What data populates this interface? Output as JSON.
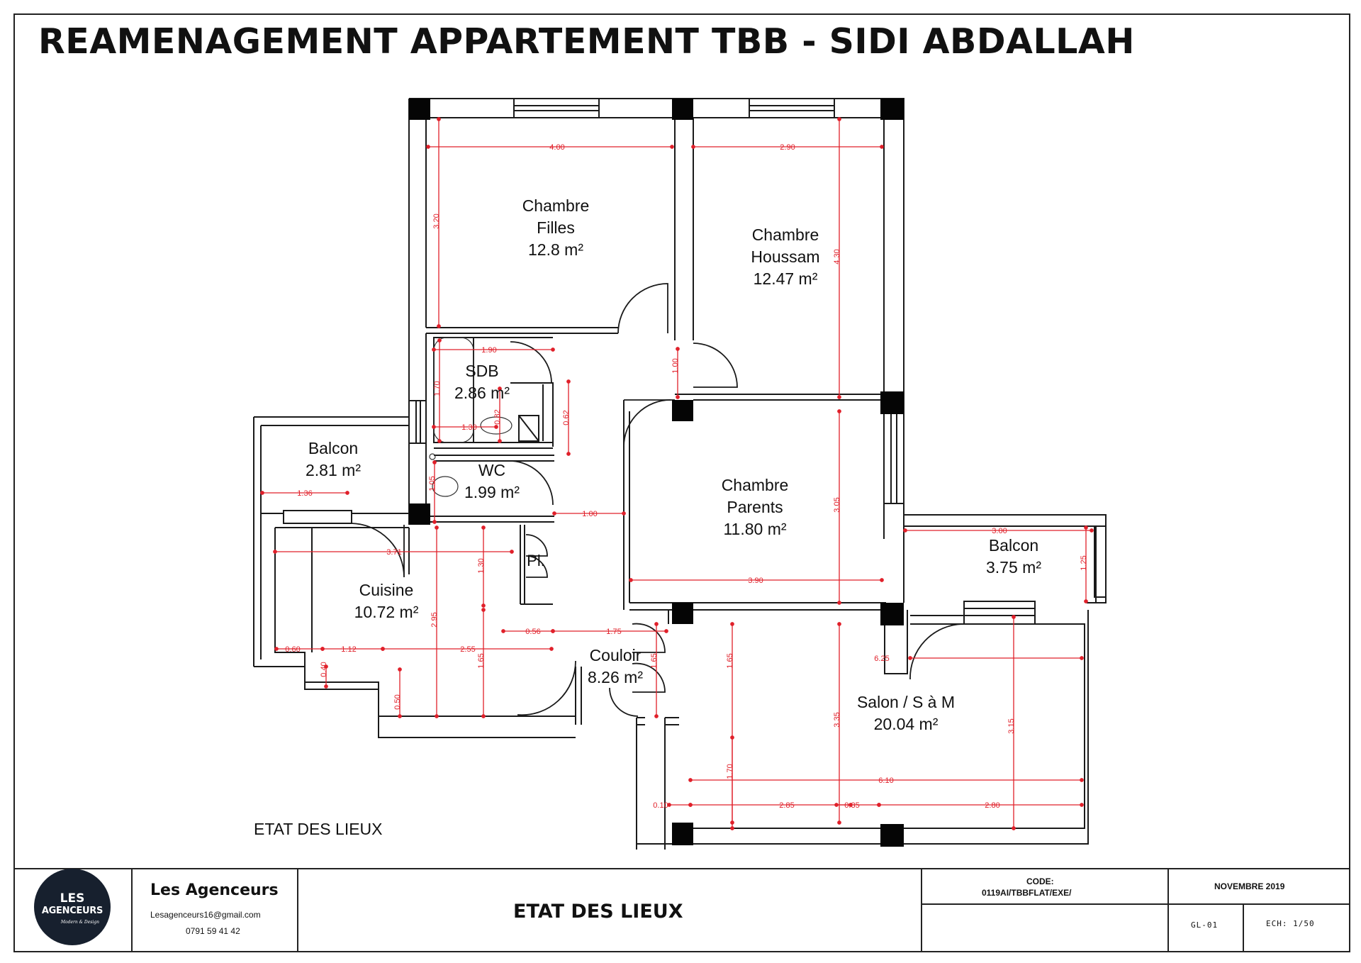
{
  "title": "REAMENAGEMENT APPARTEMENT TBB - SIDI ABDALLAH",
  "rooms": [
    {
      "id": "chambre-filles",
      "lines": [
        "Chambre",
        "Filles",
        "12.8 m²"
      ]
    },
    {
      "id": "chambre-houssam",
      "lines": [
        "Chambre",
        "Houssam",
        "12.47 m²"
      ]
    },
    {
      "id": "sdb",
      "lines": [
        "SDB",
        "2.86 m²"
      ]
    },
    {
      "id": "wc",
      "lines": [
        "WC",
        "1.99 m²"
      ]
    },
    {
      "id": "balcon-left",
      "lines": [
        "Balcon",
        "2.81 m²"
      ]
    },
    {
      "id": "chambre-parents",
      "lines": [
        "Chambre",
        "Parents",
        "11.80 m²"
      ]
    },
    {
      "id": "balcon-right",
      "lines": [
        "Balcon",
        "3.75 m²"
      ]
    },
    {
      "id": "placard",
      "lines": [
        "Pl."
      ]
    },
    {
      "id": "cuisine",
      "lines": [
        "Cuisine",
        "10.72 m²"
      ]
    },
    {
      "id": "couloir",
      "lines": [
        "Couloir",
        "8.26 m²"
      ]
    },
    {
      "id": "salon",
      "lines": [
        "Salon / S à M",
        "20.04 m²"
      ]
    }
  ],
  "dimensions": [
    "4.00",
    "2.90",
    "3.20",
    "4.30",
    "1.90",
    "1.70",
    "0.82",
    "1.30",
    "0.62",
    "1.00",
    "1.05",
    "1.36",
    "1.00",
    "3.71",
    "1.30",
    "3.05",
    "3.00",
    "1.25",
    "3.90",
    "2.95",
    "0.56",
    "1.75",
    "0.60",
    "1.12",
    "2.55",
    "1.65",
    "1.65",
    "1.65",
    "6.25",
    "0.40",
    "0.50",
    "3.35",
    "3.15",
    "1.70",
    "6.10",
    "0.10",
    "2.85",
    "0.35",
    "2.80"
  ],
  "plan_label": "ETAT DES LIEUX",
  "title_block": {
    "logo_line1": "LES",
    "logo_line2": "AGENCEURS",
    "logo_tagline": "Modern & Design",
    "company": "Les Agenceurs",
    "email": "Lesagenceurs16@gmail.com",
    "phone": "0791 59 41 42",
    "sheet_title": "ETAT DES LIEUX",
    "code_label": "CODE:",
    "code_value": "0119AI/TBBFLAT/EXE/",
    "date": "NOVEMBRE 2019",
    "sheet_number": "GL-01",
    "scale": "ECH: 1/50"
  },
  "colors": {
    "wall": "#1a1a1a",
    "column": "#050505",
    "dimension": "#e0202a",
    "text": "#111111",
    "logo_bg": "#17202e"
  }
}
